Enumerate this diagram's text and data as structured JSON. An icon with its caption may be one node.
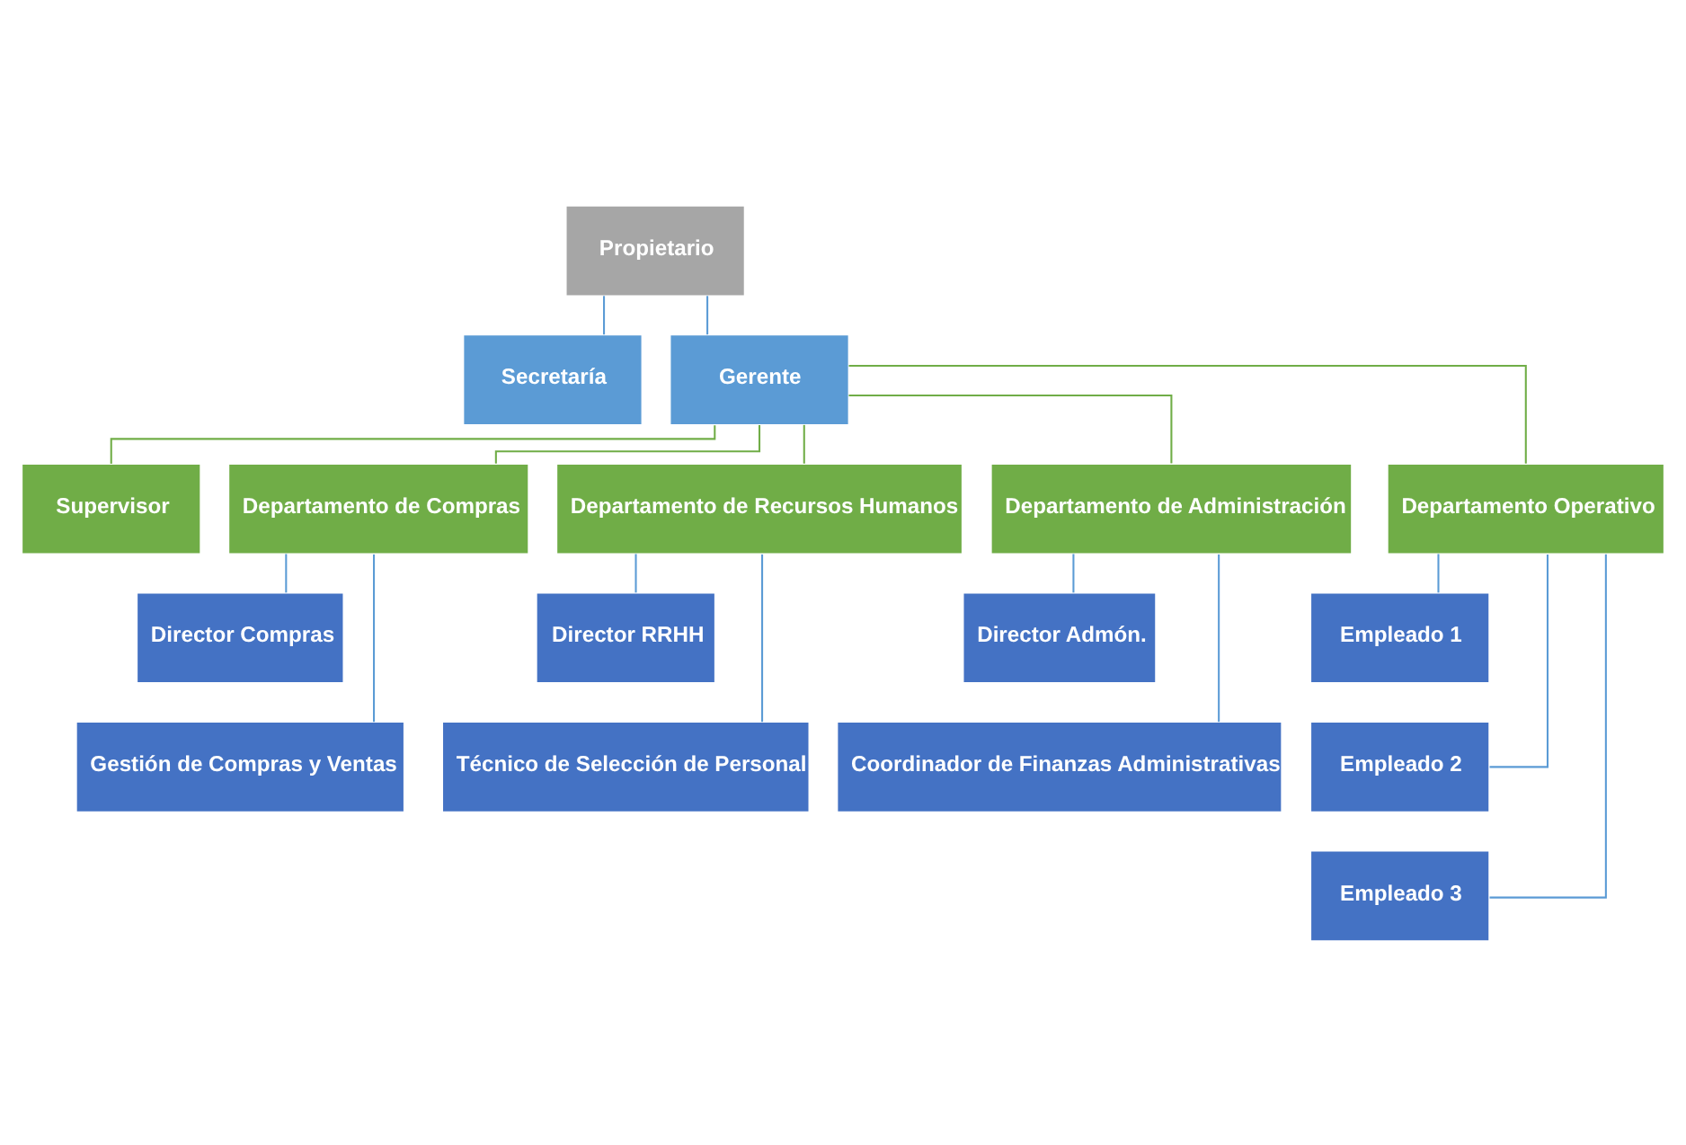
{
  "diagram": {
    "nodes": [
      {
        "text": [
          "Propietario"
        ]
      },
      {
        "text": [
          "Secretaría"
        ]
      },
      {
        "text": [
          "Gerente"
        ]
      },
      {
        "text": [
          "Supervisor"
        ]
      },
      {
        "text": [
          "Departamento de Compras"
        ]
      },
      {
        "text": [
          "Departamento de Recursos Humanos"
        ]
      },
      {
        "text": [
          "Departamento de Administración"
        ]
      },
      {
        "text": [
          "Departamento Operativo"
        ]
      },
      {
        "text": [
          "Director Compras"
        ]
      },
      {
        "text": [
          "Gestión de Compras y Ventas"
        ]
      },
      {
        "text": [
          "Director RRHH"
        ]
      },
      {
        "text": [
          "Técnico de Selección de Personal"
        ]
      },
      {
        "text": [
          "Director Admón."
        ]
      },
      {
        "text": [
          "Coordinador de Finanzas Administrativas"
        ]
      },
      {
        "text": [
          "Empleado 1"
        ]
      },
      {
        "text": [
          "Empleado 2"
        ]
      },
      {
        "text": [
          "Empleado 3"
        ]
      }
    ],
    "edges": [
      {
        "from": 0,
        "to": 1,
        "arrow": "none"
      },
      {
        "from": 0,
        "to": 2,
        "arrow": "none"
      },
      {
        "from": 2,
        "to": 3,
        "arrow": "none",
        "color": "#70ad47"
      },
      {
        "from": 2,
        "to": 4,
        "arrow": "none",
        "color": "#70ad47"
      },
      {
        "from": 2,
        "to": 5,
        "arrow": "none",
        "color": "#70ad47"
      },
      {
        "from": 2,
        "to": 6,
        "arrow": "none",
        "color": "#70ad47"
      },
      {
        "from": 2,
        "to": 7,
        "arrow": "none",
        "color": "#70ad47"
      },
      {
        "from": 4,
        "to": 8,
        "arrow": "none"
      },
      {
        "from": 4,
        "to": 9,
        "arrow": "none"
      },
      {
        "from": 5,
        "to": 10,
        "arrow": "none"
      },
      {
        "from": 5,
        "to": 11,
        "arrow": "none"
      },
      {
        "from": 6,
        "to": 12,
        "arrow": "none"
      },
      {
        "from": 6,
        "to": 13,
        "arrow": "none"
      },
      {
        "from": 7,
        "to": 14,
        "arrow": "none"
      },
      {
        "from": 7,
        "to": 15,
        "arrow": "none"
      },
      {
        "from": 7,
        "to": 16,
        "arrow": "none"
      }
    ]
  }
}
